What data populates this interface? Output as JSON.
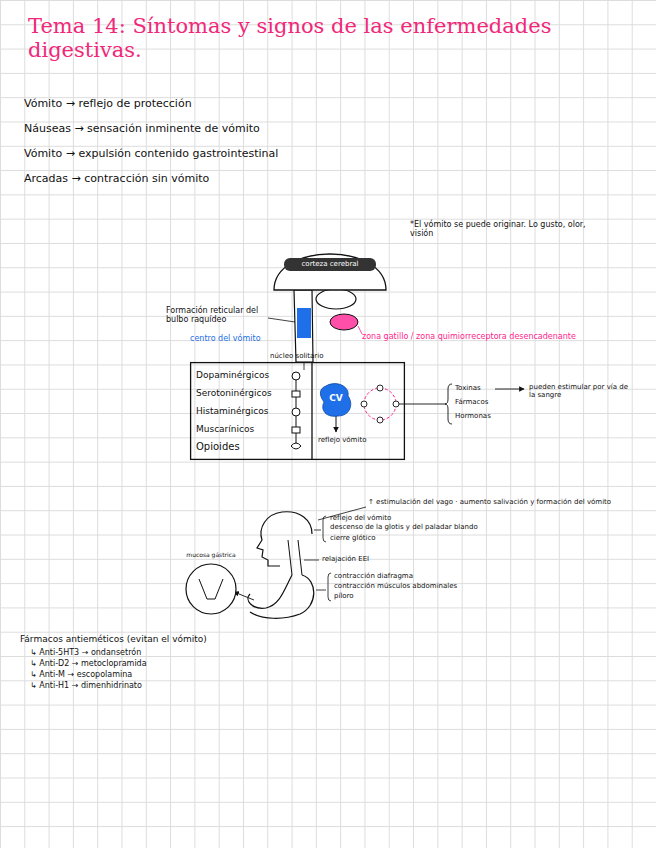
{
  "diagram": {
    "title": "Tema 14: Síntomas y signos de las enfermedades digestivas.",
    "nodes": [
      {
        "text": [
          "corteza cerebral"
        ]
      },
      {
        "text": [
          "Dopaminérgicos",
          "Serotoninérgicos",
          "Histaminérgicos",
          "Muscarínicos",
          "Opioides"
        ]
      },
      {
        "text": [
          "CV"
        ],
        "in": 1
      },
      {
        "text": [
          "mucosa gástrica"
        ]
      }
    ],
    "labels": [
      "Vómito → reflejo de protección",
      "Náuseas → sensación inminente de vómito",
      "Vómito → expulsión contenido gastrointestinal",
      "Arcadas → contracción sin vómito",
      "*El vómito se puede originar. Lo gusto, olor, visión",
      "Formación reticular del bulbo raquídeo",
      "centro del vómito",
      "núcleo solitario",
      "zona gatillo / zona quimiorreceptora desencadenante",
      "Toxinas",
      "Fármacos",
      "Hormonas",
      "pueden estimular por vía de la sangre",
      "reflejo vómito",
      "↑ estimulación del vago · aumento salivación y formación del vómito",
      "reflejo del vómito",
      "descenso de la glotis y del paladar blando",
      "cierre glótico",
      "relajación EEI",
      "contracción diafragma",
      "contracción músculos abdominales",
      "píloro",
      "Fármacos antieméticos (evitan el vómito)",
      "↳ Anti-5HT3 → ondansetrón",
      "↳ Anti-D2 → metoclopramida",
      "↳ Anti-M → escopolamina",
      "↳ Anti-H1 → dimenhidrinato"
    ]
  }
}
